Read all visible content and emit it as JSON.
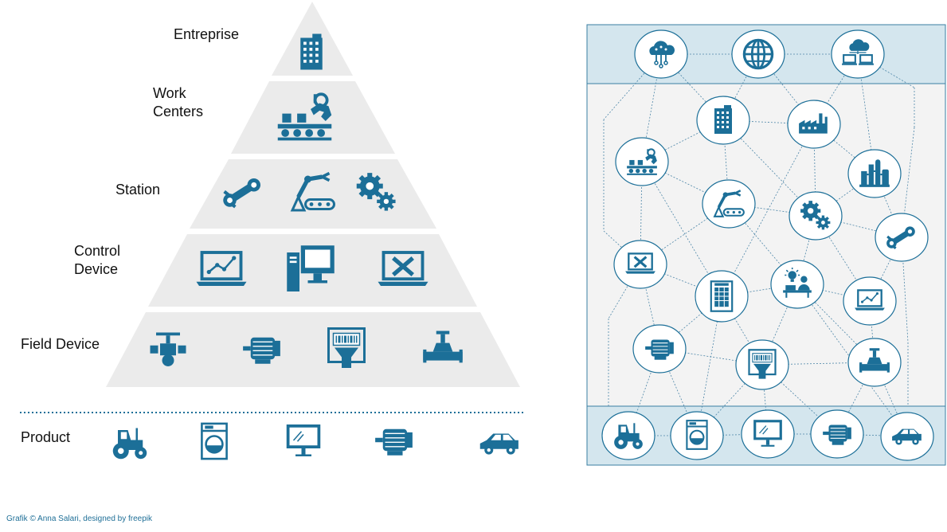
{
  "pyramid": {
    "levels": [
      {
        "label": "Entreprise"
      },
      {
        "label": "Work\nCenters"
      },
      {
        "label": "Station"
      },
      {
        "label": "Control\nDevice"
      },
      {
        "label": "Field Device"
      }
    ],
    "product_label": "Product"
  },
  "credit": "Grafik © Anna Salari, designed by freepik",
  "colors": {
    "icon": "#1c6f98",
    "pyramid_band": "#ebebeb",
    "network_bg": "#f3f3f3",
    "network_band": "#d4e6ee",
    "network_border": "#3a7fa3"
  },
  "icons": {
    "enterprise": [
      "office-building-icon"
    ],
    "work_centers": [
      "conveyor-robot-icon"
    ],
    "station": [
      "robot-arm-icon",
      "assembly-robot-icon",
      "gears-icon"
    ],
    "control_device": [
      "laptop-chart-icon",
      "desktop-computer-icon",
      "laptop-tools-icon"
    ],
    "field_device": [
      "valve-icon",
      "motor-icon",
      "barcode-scanner-icon",
      "pipe-valve-icon"
    ],
    "product": [
      "tractor-icon",
      "washing-machine-icon",
      "monitor-icon",
      "motor-icon",
      "car-icon"
    ],
    "network_top": [
      "cloud-circuit-icon",
      "globe-icon",
      "cloud-computers-icon"
    ],
    "network_middle": [
      "office-building-icon",
      "factory-icon",
      "conveyor-robot-icon",
      "refinery-icon",
      "assembly-robot-icon",
      "gears-icon",
      "robot-arm-icon",
      "laptop-tools-icon",
      "spreadsheet-icon",
      "engineer-idea-icon",
      "laptop-chart-icon",
      "motor-icon",
      "barcode-scanner-icon",
      "pipe-valve-icon"
    ],
    "network_bottom": [
      "tractor-icon",
      "washing-machine-icon",
      "monitor-icon",
      "motor-icon",
      "car-icon"
    ]
  }
}
